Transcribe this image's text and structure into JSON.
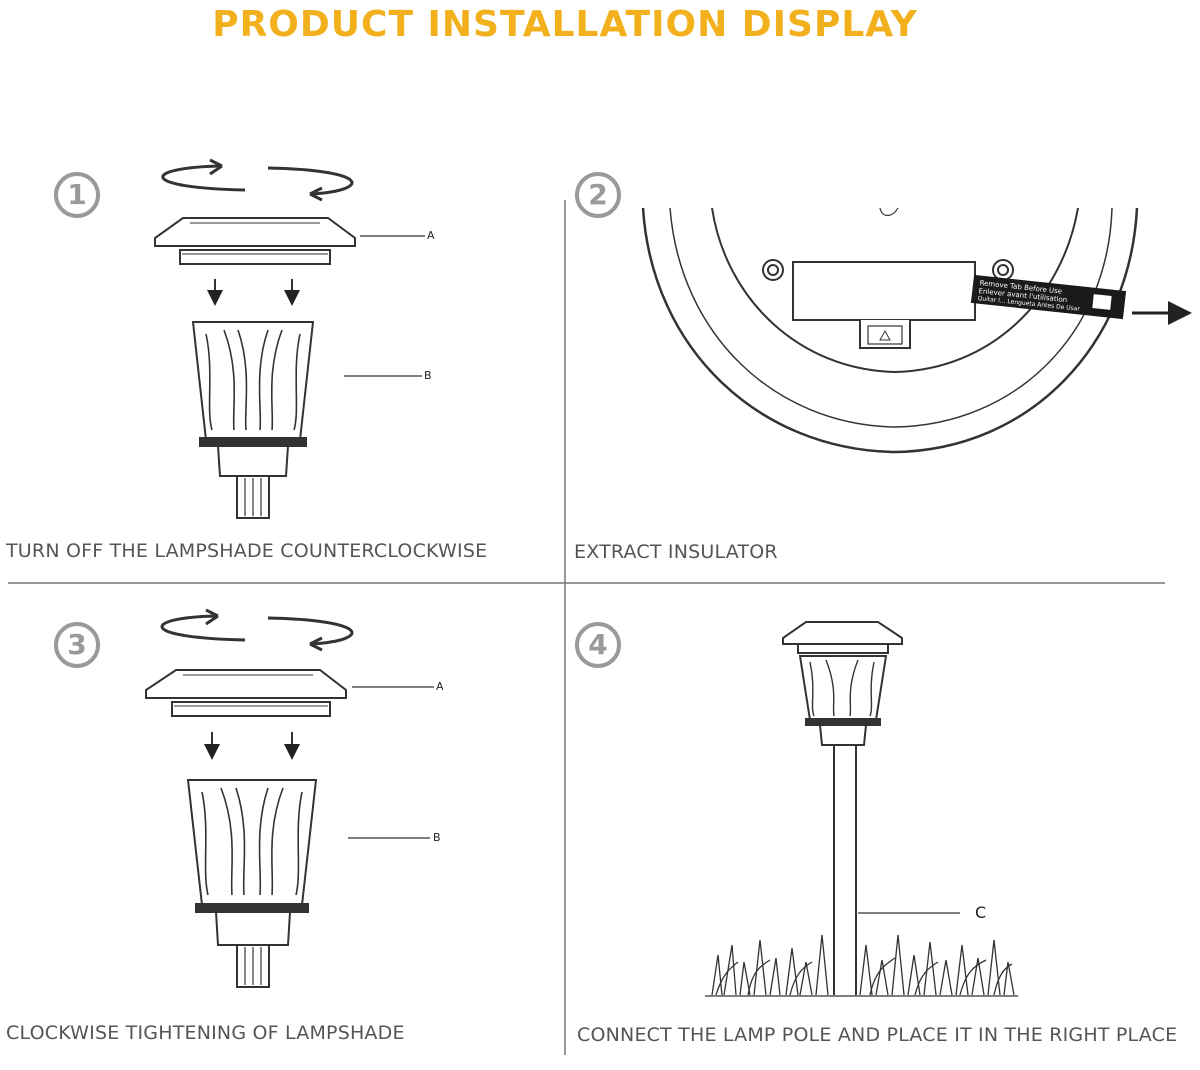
{
  "title": "PRODUCT INSTALLATION DISPLAY",
  "steps": [
    {
      "number": "1",
      "caption": "TURN OFF THE LAMPSHADE COUNTERCLOCKWISE",
      "labels": [
        "A",
        "B"
      ]
    },
    {
      "number": "2",
      "caption": "EXTRACT INSULATOR",
      "tag_lines": [
        "Remove Tab Before Use",
        "Enlever avant l'utilisation",
        "Quitar l... Lengueta Antes De Usar"
      ]
    },
    {
      "number": "3",
      "caption": "CLOCKWISE TIGHTENING OF LAMPSHADE",
      "labels": [
        "A",
        "B"
      ]
    },
    {
      "number": "4",
      "caption": "CONNECT THE LAMP POLE AND PLACE IT IN THE RIGHT PLACE",
      "labels": [
        "C"
      ]
    }
  ],
  "colors": {
    "title": "#f2b01c",
    "line": "#333333",
    "caption": "#555555",
    "step_circle": "#9a9a9a"
  }
}
